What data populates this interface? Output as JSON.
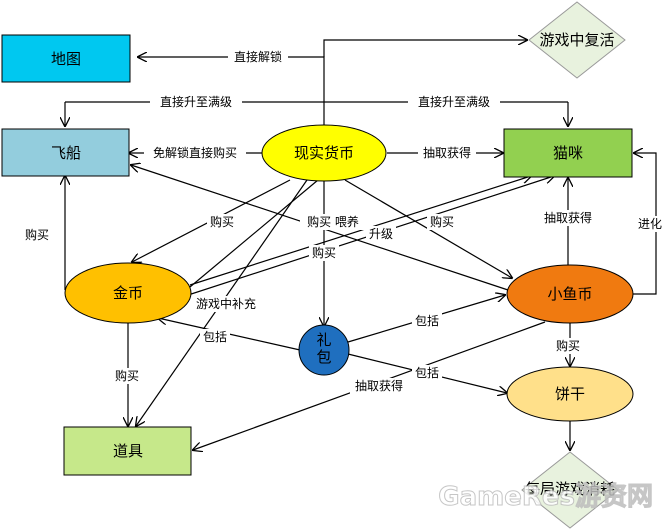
{
  "nodes": {
    "map": "地图",
    "revive": "游戏中复活",
    "ship": "飞船",
    "real_money": "现实货币",
    "cat": "猫咪",
    "gold": "金币",
    "fish_coin": "小鱼币",
    "gift_pack": "礼\n包",
    "biscuit": "饼干",
    "props": "道具",
    "consume": "每局游戏消耗"
  },
  "edges": {
    "unlock_map": "直接解锁",
    "max_ship": "直接升至满级",
    "max_cat": "直接升至满级",
    "ship_buy": "免解锁直接购买",
    "draw_cat": "抽取获得",
    "buy_gold": "购买",
    "buy_feed": "购买 喂养",
    "buy_right": "购买",
    "upgrade": "升级",
    "buy_mid": "购买",
    "in_game": "游戏中补充",
    "buy_ship": "购买",
    "draw_from_fish": "抽取获得",
    "evolve": "进化",
    "include_gold": "包括",
    "include_fish": "包括",
    "include_biscuit": "包括",
    "buy_props": "购买",
    "buy_biscuit": "购买",
    "draw_props": "抽取获得"
  },
  "watermark": "GameRes游资网",
  "colors": {
    "map": "#00c8f0",
    "ship": "#93cddd",
    "real_money": "#ffff00",
    "cat": "#92d050",
    "gold": "#ffc000",
    "fish_coin": "#f07a10",
    "gift_pack": "#1f6fbf",
    "biscuit": "#ffe08a",
    "props": "#c6e88a",
    "diamond": "#e8f2de"
  }
}
